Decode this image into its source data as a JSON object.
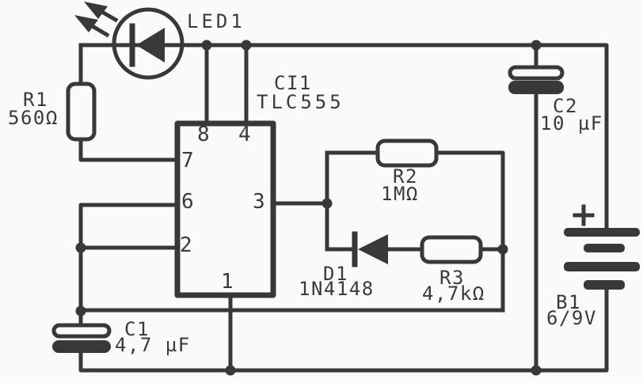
{
  "colors": {
    "ink": "#383838",
    "paper": "#fafaf8"
  },
  "components": {
    "led1": {
      "ref": "LED1"
    },
    "r1": {
      "ref": "R1",
      "value": "560Ω"
    },
    "ci1": {
      "ref": "CI1",
      "part": "TLC555"
    },
    "r2": {
      "ref": "R2",
      "value": "1MΩ"
    },
    "d1": {
      "ref": "D1",
      "part": "1N4148"
    },
    "r3": {
      "ref": "R3",
      "value": "4,7kΩ"
    },
    "c1": {
      "ref": "C1",
      "value": "4,7 µF"
    },
    "c2": {
      "ref": "C2",
      "value": "10 µF"
    },
    "b1": {
      "ref": "B1",
      "value": "6/9V",
      "polarity": "+"
    }
  },
  "ic_pins": {
    "pin8": "8",
    "pin4": "4",
    "pin7": "7",
    "pin6": "6",
    "pin2": "2",
    "pin3": "3",
    "pin1": "1"
  }
}
